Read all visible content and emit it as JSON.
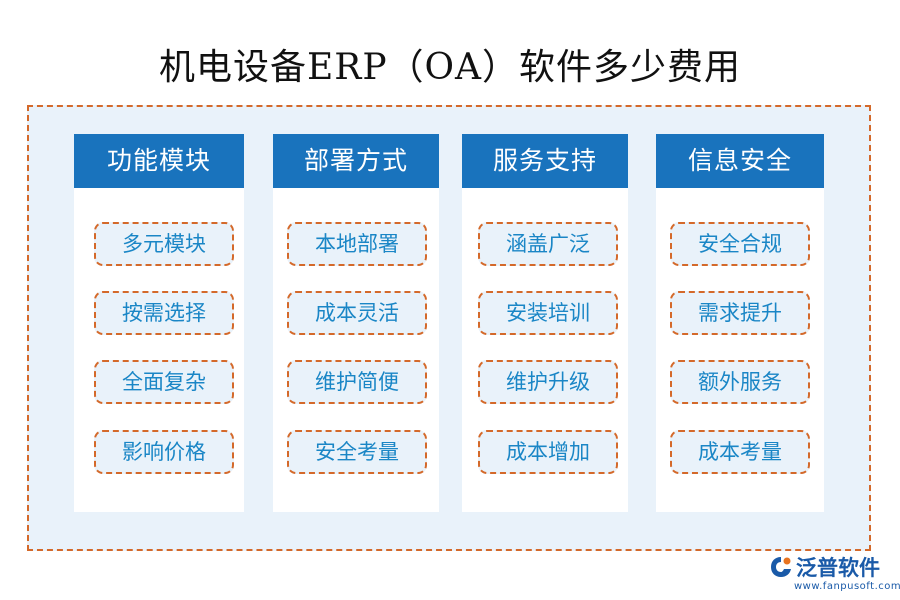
{
  "title": "机电设备ERP（OA）软件多少费用",
  "columns": [
    {
      "header": "功能模块",
      "items": [
        "多元模块",
        "按需选择",
        "全面复杂",
        "影响价格"
      ]
    },
    {
      "header": "部署方式",
      "items": [
        "本地部署",
        "成本灵活",
        "维护简便",
        "安全考量"
      ]
    },
    {
      "header": "服务支持",
      "items": [
        "涵盖广泛",
        "安装培训",
        "维护升级",
        "成本增加"
      ]
    },
    {
      "header": "信息安全",
      "items": [
        "安全合规",
        "需求提升",
        "额外服务",
        "成本考量"
      ]
    }
  ],
  "brand": {
    "name": "泛普软件",
    "url": "www.fanpusoft.com"
  },
  "colors": {
    "header_blue": "#1973bd",
    "dash_orange": "#d4692a",
    "item_text": "#1a86c6",
    "panel_bg": "#e9f2fa"
  }
}
